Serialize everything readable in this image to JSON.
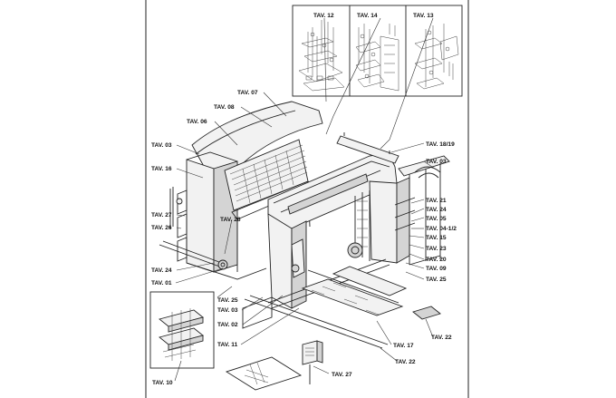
{
  "labels": {
    "tav12": "TAV. 12",
    "tav14": "TAV. 14",
    "tav13": "TAV. 13",
    "tav07": "TAV. 07",
    "tav08": "TAV. 08",
    "tav06": "TAV. 06",
    "tav03_left": "TAV. 03",
    "tav16": "TAV. 16",
    "tav27_left": "TAV. 27",
    "tav26_left": "TAV. 26",
    "tav26_mid": "TAV. 26",
    "tav24_left": "TAV. 24",
    "tav01": "TAV. 01",
    "tav25_left": "TAV. 25",
    "tav03_mid": "TAV. 03",
    "tav02": "TAV. 02",
    "tav11": "TAV. 11",
    "tav10": "TAV. 10",
    "tav27_bottom": "TAV. 27",
    "tav22_bottom": "TAV. 22",
    "tav17": "TAV. 17",
    "tav22_right": "TAV. 22",
    "tav1819": "TAV. 18/19",
    "tav03_right": "TAV. 03",
    "tav21": "TAV. 21",
    "tav24_right": "TAV. 24",
    "tav05": "TAV. 05",
    "tav0412": "TAV. 04-1/2",
    "tav15": "TAV. 15",
    "tav23": "TAV. 23",
    "tav20": "TAV. 20",
    "tav09": "TAV. 09",
    "tav25_right": "TAV. 25"
  }
}
